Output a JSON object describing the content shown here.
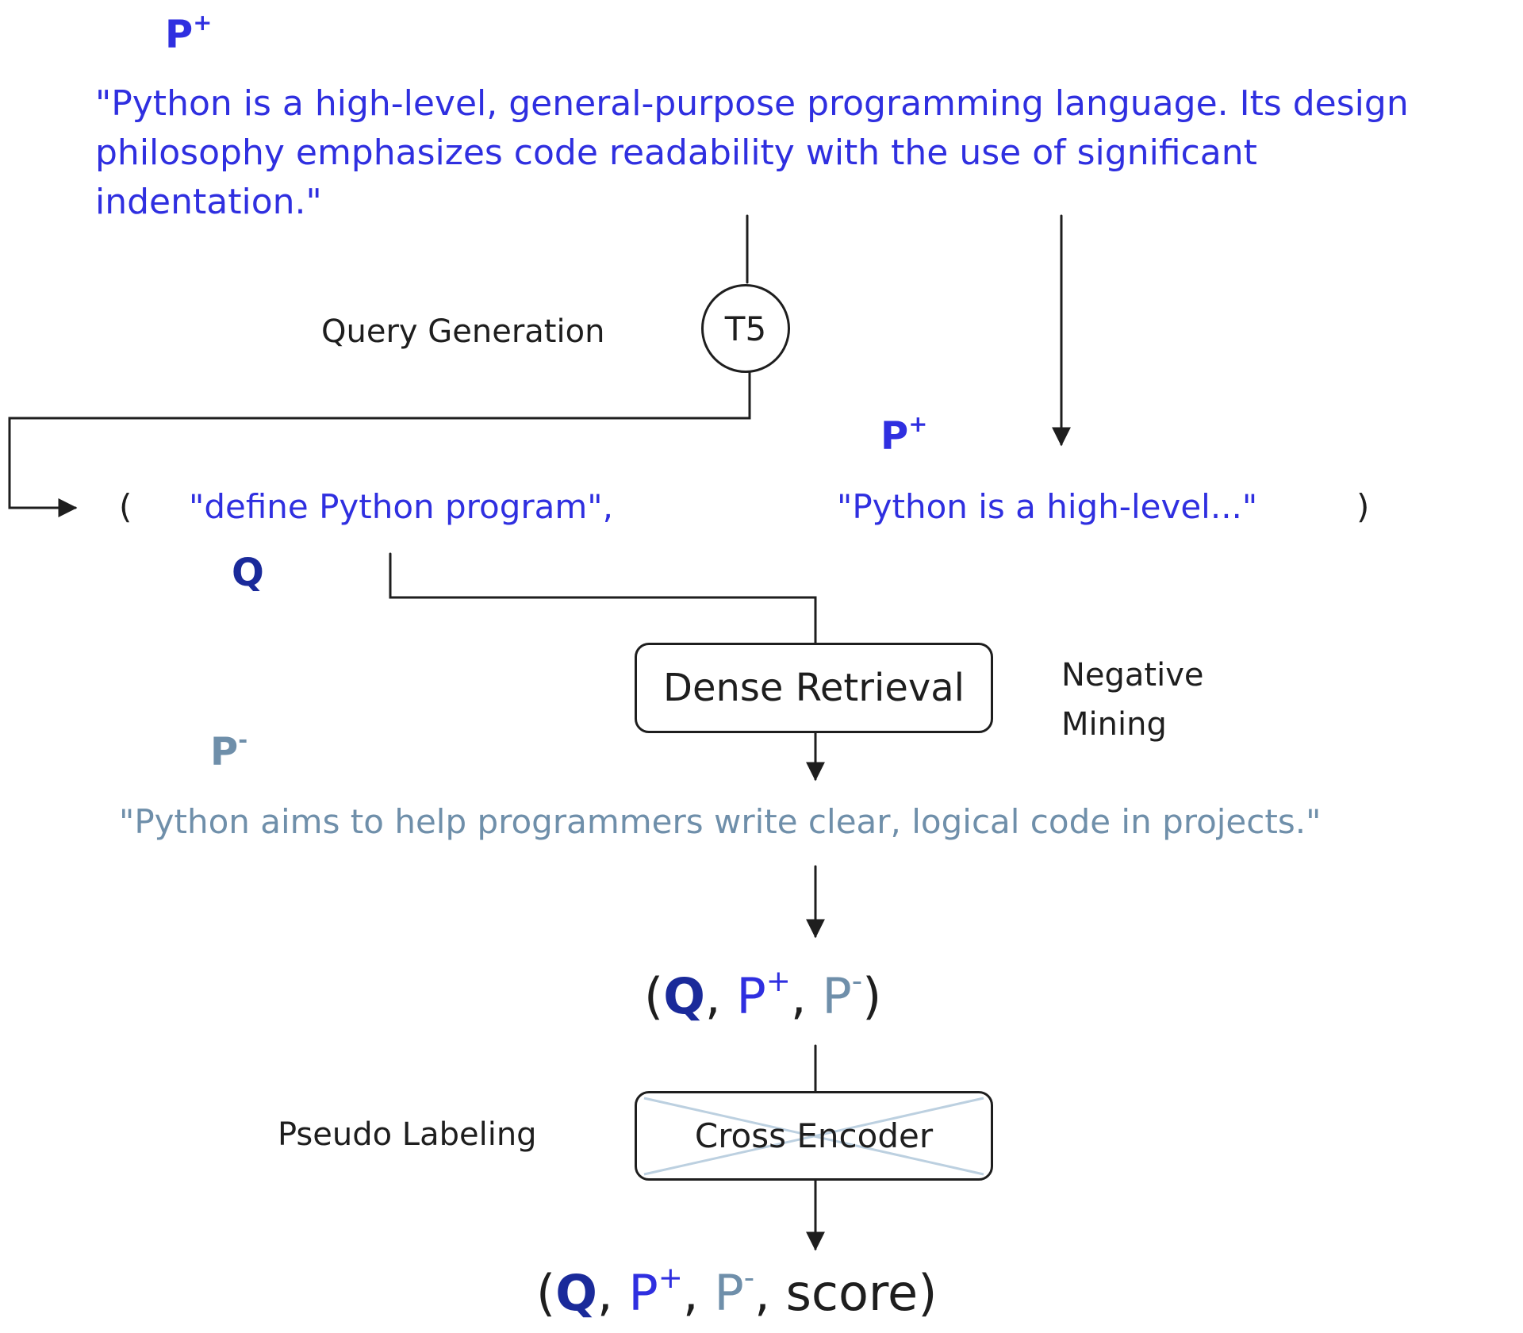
{
  "colors": {
    "positive": "#2f2fe0",
    "query": "#1a2a9a",
    "negative": "#6f8faa",
    "ink": "#1e1e1e"
  },
  "top": {
    "p_plus_label": "P",
    "plus_sign": "+",
    "passage": "\"Python is a high-level, general-purpose programming language. Its design philosophy emphasizes code readability with the use of significant indentation.\""
  },
  "query_generation": {
    "label": "Query Generation",
    "model": "T5"
  },
  "pair": {
    "open_paren": "(",
    "query_text": "\"define Python program\",",
    "query_symbol": "Q",
    "p_plus_label": "P",
    "plus_sign": "+",
    "passage_short": "\"Python is a high-level...\"",
    "close_paren": ")"
  },
  "negative_mining": {
    "box_label": "Dense Retrieval",
    "side_label_line1": "Negative",
    "side_label_line2": "Mining",
    "p_minus_label": "P",
    "minus_sign": "-",
    "negative_passage": "\"Python aims to help programmers write clear, logical code in projects.\""
  },
  "triplet": {
    "open": "(",
    "q": "Q",
    "comma1": ",",
    "p_plus": "P",
    "plus_sign": "+",
    "comma2": ",",
    "p_minus": "P",
    "minus_sign": "-",
    "close": ")"
  },
  "pseudo_labeling": {
    "side_label": "Pseudo Labeling",
    "box_label": "Cross Encoder"
  },
  "final": {
    "open": "(",
    "q": "Q",
    "comma1": ",",
    "p_plus": "P",
    "plus_sign": "+",
    "comma2": ",",
    "p_minus": "P",
    "minus_sign": "-",
    "comma3": ",",
    "score": "score",
    "close": ")"
  }
}
